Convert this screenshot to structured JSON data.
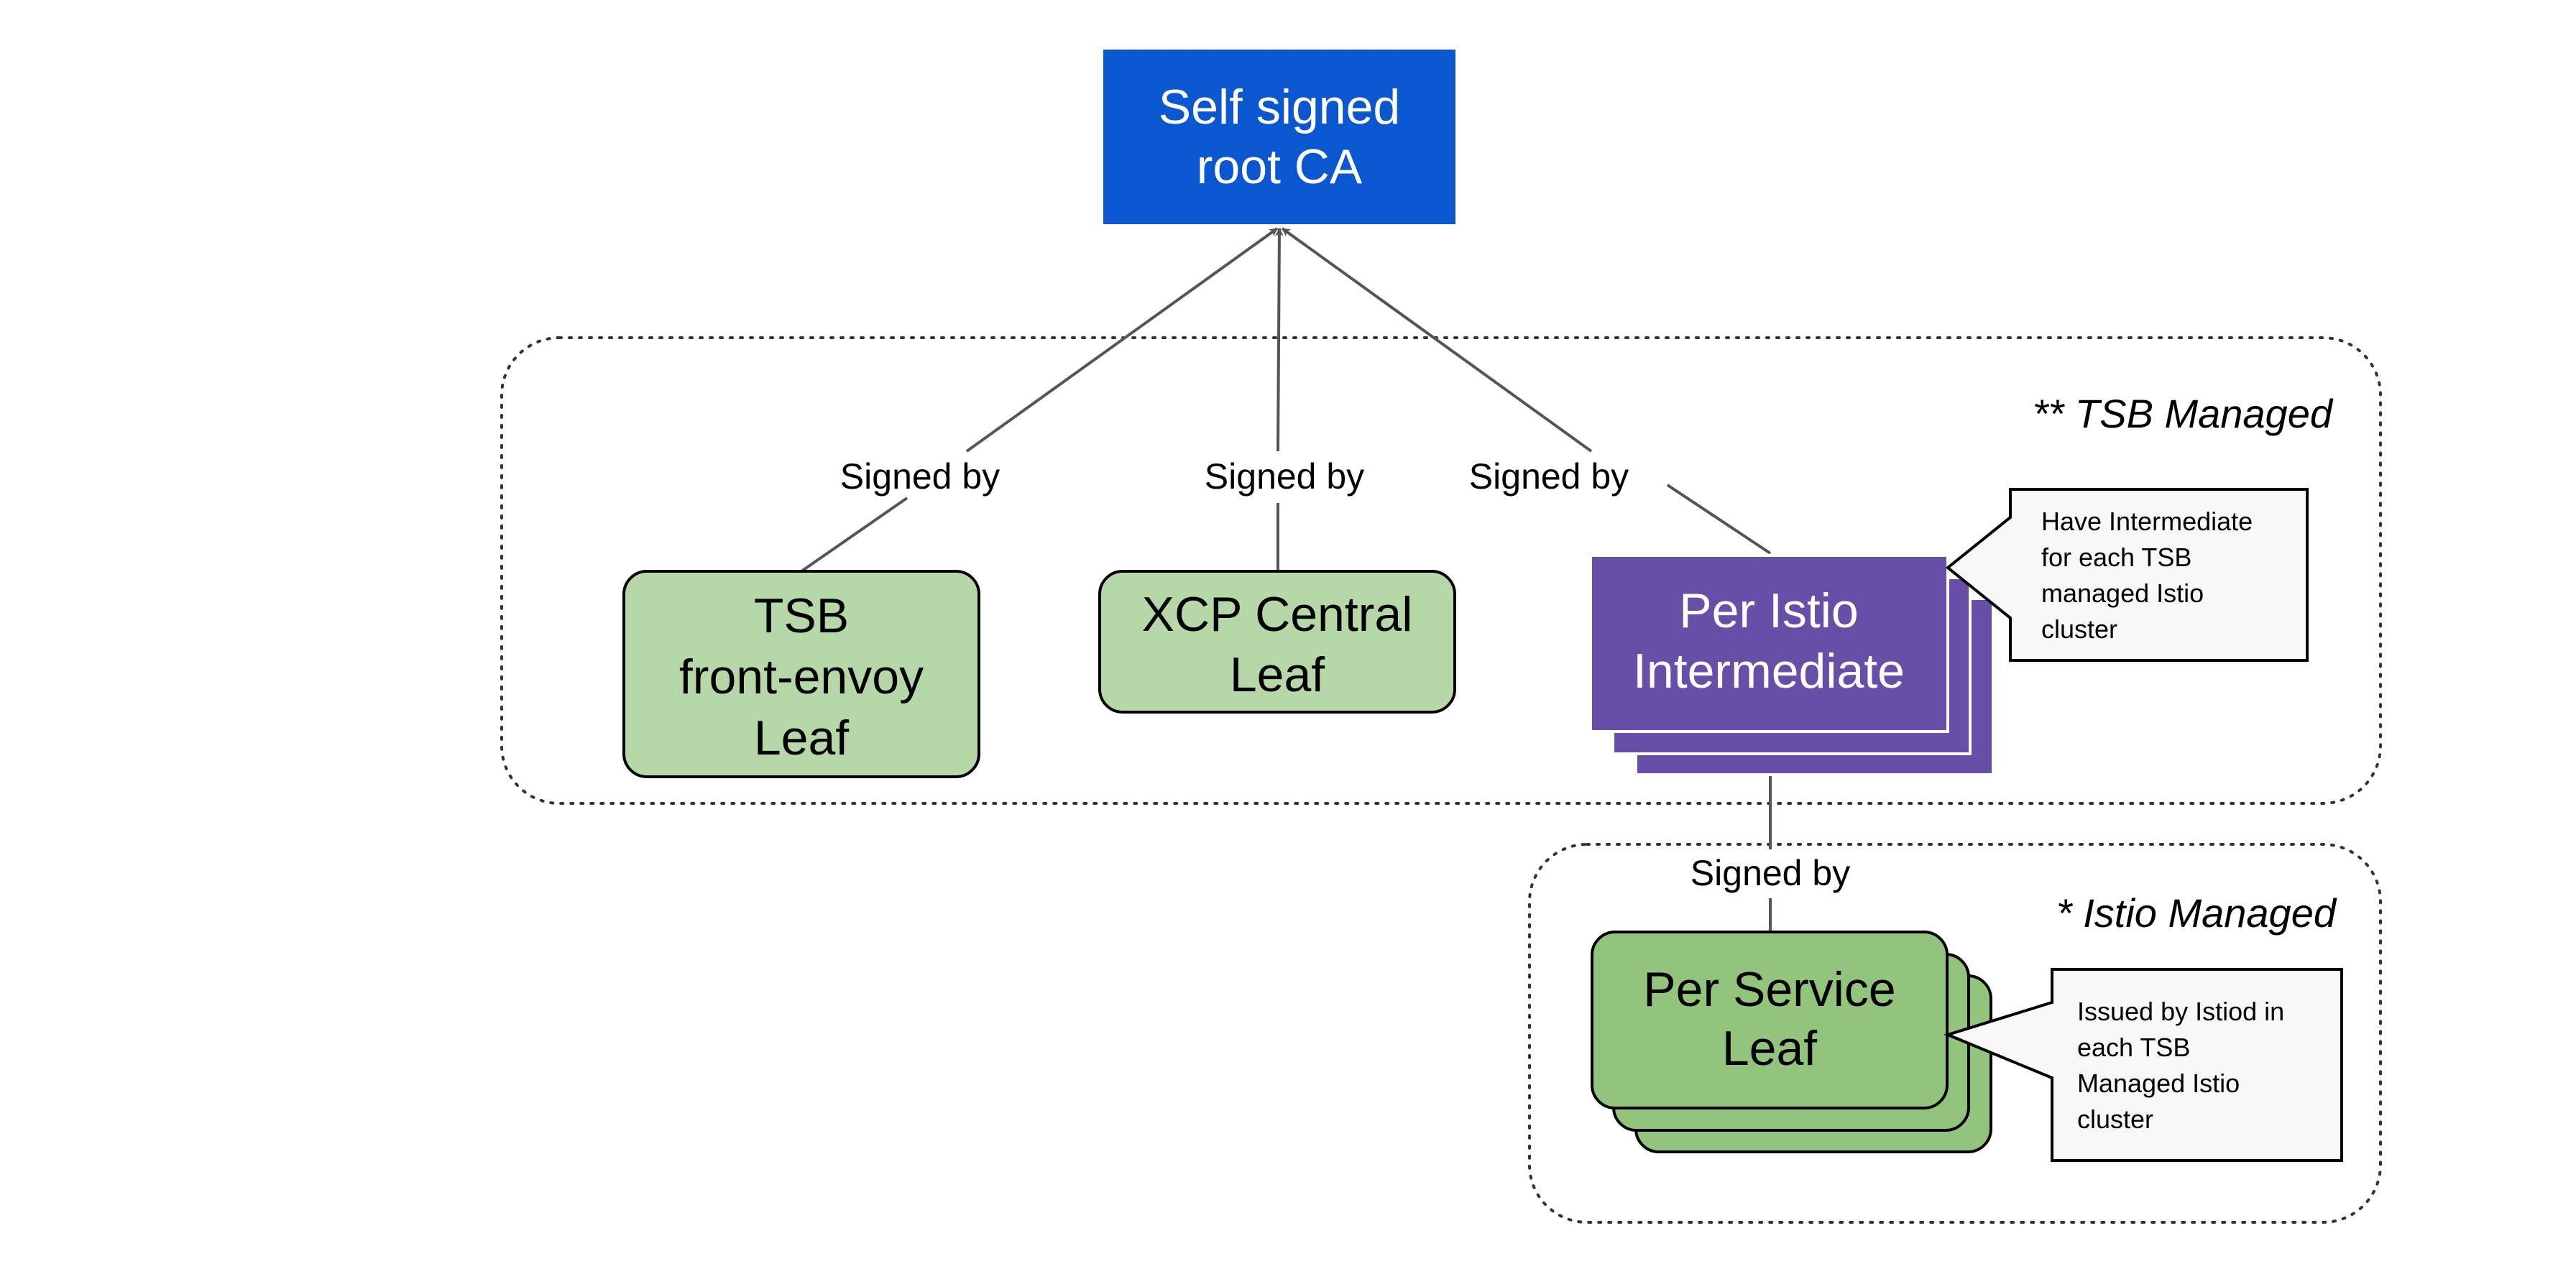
{
  "nodes": {
    "root_ca": {
      "lines": [
        "Self signed",
        "root CA"
      ],
      "color": "#0b57d0"
    },
    "tsb_front_envoy": {
      "lines": [
        "TSB",
        "front-envoy",
        "Leaf"
      ],
      "color": "#b6d7a8"
    },
    "xcp_central": {
      "lines": [
        "XCP Central",
        "Leaf"
      ],
      "color": "#b6d7a8"
    },
    "istio_intermediate": {
      "lines": [
        "Per Istio",
        "Intermediate"
      ],
      "color": "#674ea7"
    },
    "service_leaf": {
      "lines": [
        "Per Service",
        "Leaf"
      ],
      "color": "#93c47d"
    }
  },
  "edges": {
    "tsb_to_root": "Signed by",
    "xcp_to_root": "Signed by",
    "intermediate_to_root": "Signed by",
    "leaf_to_intermediate": "Signed by"
  },
  "regions": {
    "tsb_managed": "** TSB Managed",
    "istio_managed": "* Istio Managed"
  },
  "notes": {
    "intermediate_note": [
      "Have Intermediate",
      "for each TSB",
      "managed Istio",
      "cluster"
    ],
    "leaf_note": [
      "Issued by Istiod in",
      "each TSB",
      "Managed Istio",
      "cluster"
    ]
  }
}
